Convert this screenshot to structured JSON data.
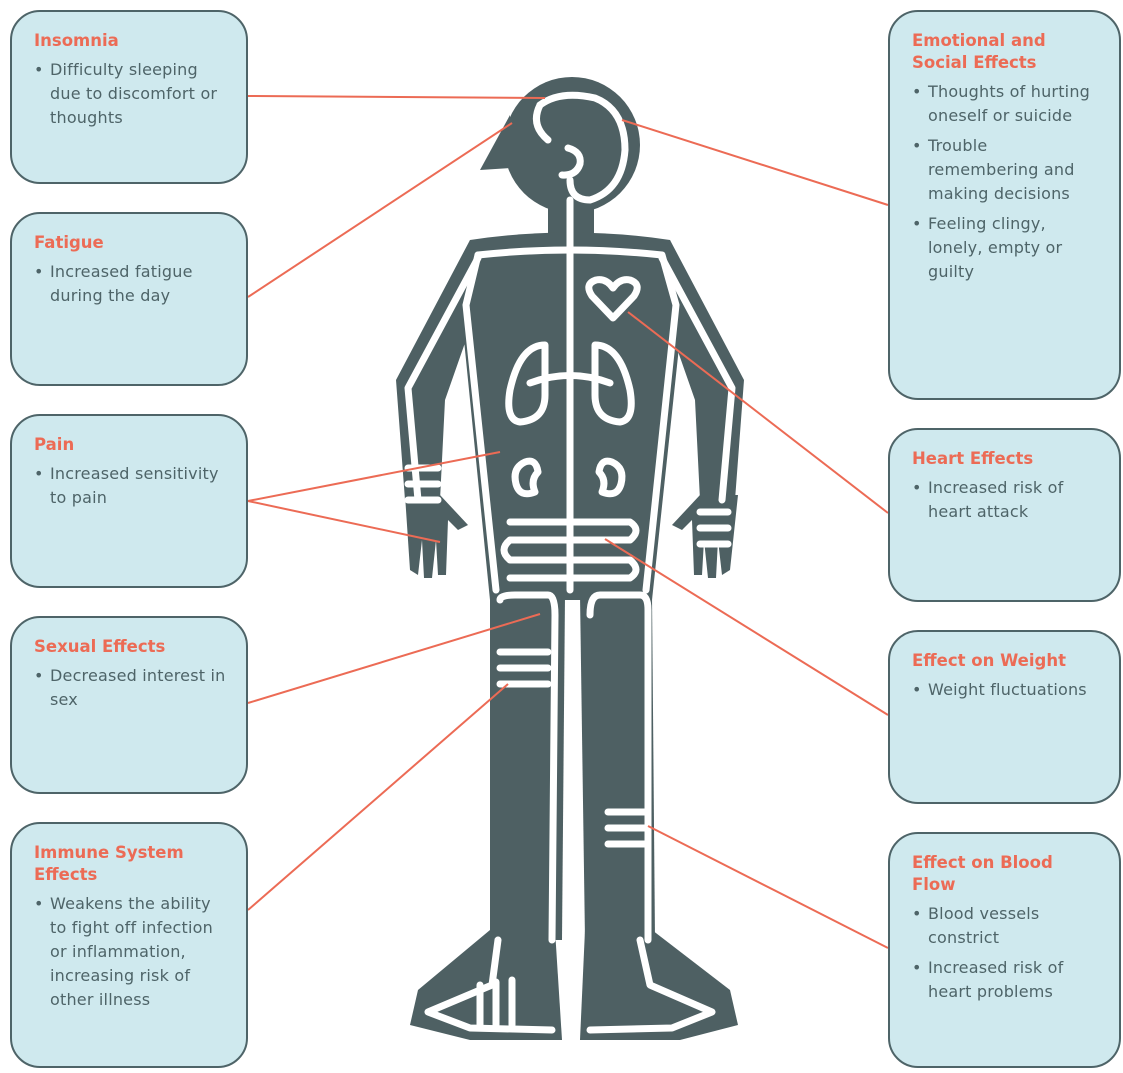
{
  "colors": {
    "box_fill": "#cfe9ee",
    "box_border": "#4e6468",
    "heading": "#ec6b55",
    "text": "#4e6468",
    "connector": "#ec6b55",
    "body_fill": "#4e6063"
  },
  "figure": {
    "icon": "human-body-organs-icon"
  },
  "left_boxes": [
    {
      "id": "insomnia",
      "title": "Insomnia",
      "bullets": [
        "Difficulty sleeping due to discomfort or thoughts"
      ]
    },
    {
      "id": "fatigue",
      "title": "Fatigue",
      "bullets": [
        "Increased fatigue during the day"
      ]
    },
    {
      "id": "pain",
      "title": "Pain",
      "bullets": [
        "Increased sensitivity to pain"
      ]
    },
    {
      "id": "sexual",
      "title": "Sexual Effects",
      "bullets": [
        "Decreased interest in sex"
      ]
    },
    {
      "id": "immune",
      "title": "Immune System Effects",
      "bullets": [
        "Weakens the ability to fight off infection or inflammation, increasing risk of other illness"
      ]
    }
  ],
  "right_boxes": [
    {
      "id": "emotional",
      "title": "Emotional and Social Effects",
      "bullets": [
        "Thoughts of hurting oneself or suicide",
        "Trouble remembering and making decisions",
        "Feeling clingy, lonely, empty or guilty"
      ]
    },
    {
      "id": "heart",
      "title": "Heart Effects",
      "bullets": [
        "Increased risk of heart attack"
      ]
    },
    {
      "id": "weight",
      "title": "Effect on Weight",
      "bullets": [
        "Weight fluctuations"
      ]
    },
    {
      "id": "blood",
      "title": "Effect on Blood Flow",
      "bullets": [
        "Blood vessels constrict",
        "Increased risk of heart problems"
      ]
    }
  ]
}
